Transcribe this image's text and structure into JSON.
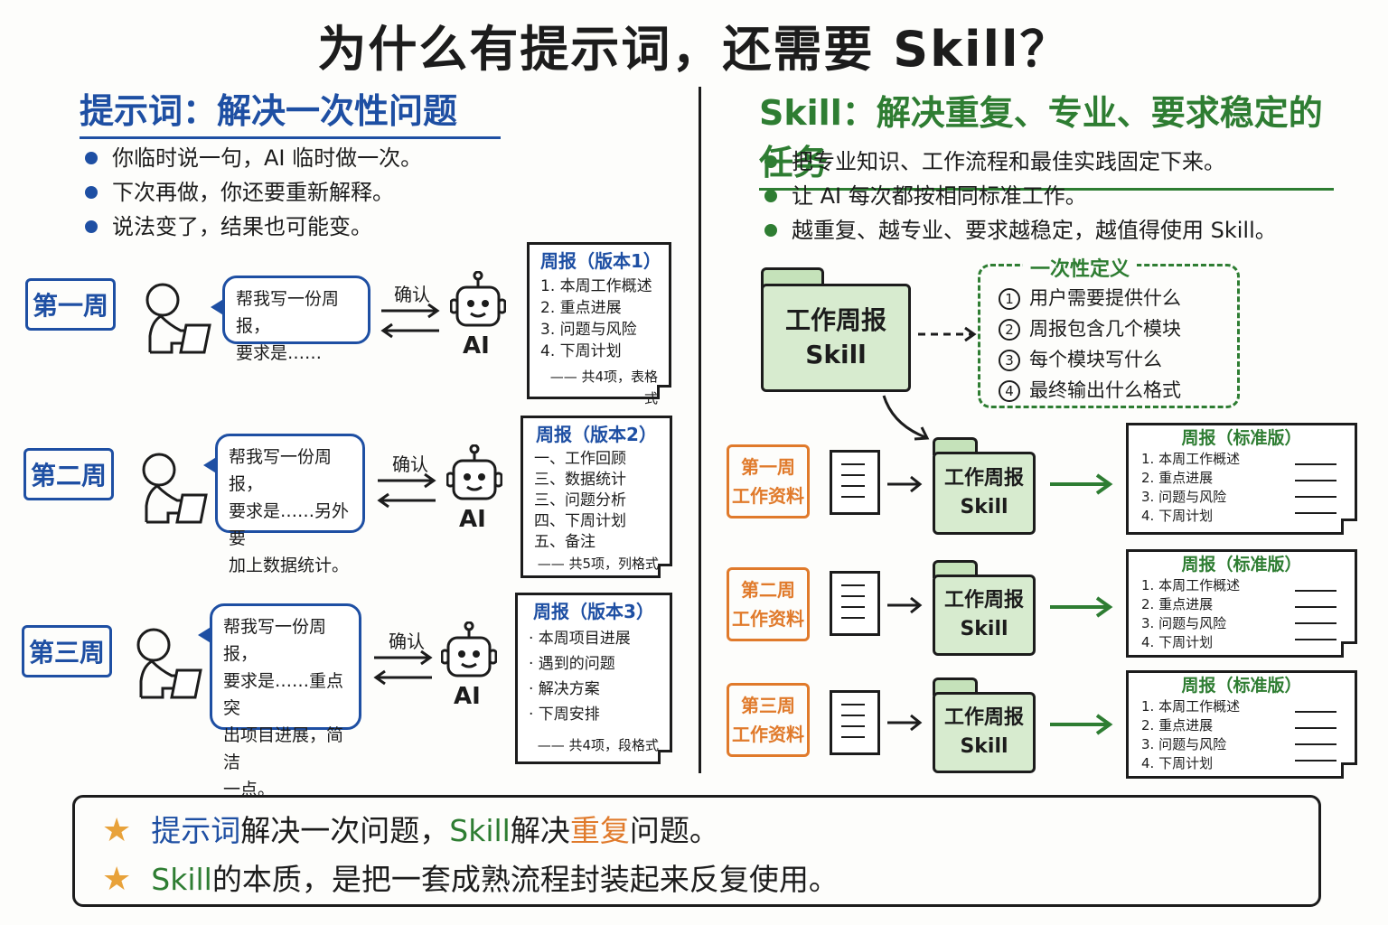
{
  "title": "为什么有提示词，还需要 Skill？",
  "left": {
    "heading": "提示词：解决一次性问题",
    "bullets": [
      "你临时说一句，AI 临时做一次。",
      "下次再做，你还要重新解释。",
      "说法变了，结果也可能变。"
    ],
    "confirm_label": "确认",
    "ai_label": "AI",
    "weeks": [
      {
        "tag": "第一周",
        "bubble_lines": [
          "帮我写一份周报，",
          "要求是……"
        ],
        "report_title": "周报（版本1）",
        "report_items": [
          "1. 本周工作概述",
          "2. 重点进展",
          "3. 问题与风险",
          "4. 下周计划"
        ],
        "report_footer": "—— 共4项，表格式"
      },
      {
        "tag": "第二周",
        "bubble_lines": [
          "帮我写一份周报，",
          "要求是……另外要",
          "加上数据统计。"
        ],
        "report_title": "周报（版本2）",
        "report_items": [
          "一、工作回顾",
          "三、数据统计",
          "三、问题分析",
          "四、下周计划",
          "五、备注"
        ],
        "report_footer": "—— 共5项，列格式"
      },
      {
        "tag": "第三周",
        "bubble_lines": [
          "帮我写一份周报，",
          "要求是……重点突",
          "出项目进展，简洁",
          "一点。"
        ],
        "report_title": "周报（版本3）",
        "report_items": [
          "· 本周项目进展",
          "· 遇到的问题",
          "· 解决方案",
          "· 下周安排"
        ],
        "report_footer": "—— 共4项，段格式"
      }
    ]
  },
  "right": {
    "heading": "Skill：解决重复、专业、要求稳定的任务",
    "bullets": [
      "把专业知识、工作流程和最佳实践固定下来。",
      "让 AI 每次都按相同标准工作。",
      "越重复、越专业、要求越稳定，越值得使用 Skill。"
    ],
    "big_folder": {
      "line1": "工作周报",
      "line2": "Skill"
    },
    "definition": {
      "title": "一次性定义",
      "items": [
        {
          "num": "1",
          "text": "用户需要提供什么"
        },
        {
          "num": "2",
          "text": "周报包含几个模块"
        },
        {
          "num": "3",
          "text": "每个模块写什么"
        },
        {
          "num": "4",
          "text": "最终输出什么格式"
        }
      ]
    },
    "weeks": [
      {
        "tag_line1": "第一周",
        "tag_line2": "工作资料"
      },
      {
        "tag_line1": "第二周",
        "tag_line2": "工作资料"
      },
      {
        "tag_line1": "第三周",
        "tag_line2": "工作资料"
      }
    ],
    "small_folder": {
      "line1": "工作周报",
      "line2": "Skill"
    },
    "standard_report": {
      "title": "周报（标准版）",
      "items": [
        "1. 本周工作概述",
        "2. 重点进展",
        "3. 问题与风险",
        "4. 下周计划"
      ]
    }
  },
  "summary": {
    "line1": {
      "a": "提示词",
      "b": "解决一次问题，",
      "c": "Skill",
      "d": " 解决",
      "e": "重复",
      "f": "问题。"
    },
    "line2": {
      "a": "Skill",
      "b": " 的本质，是把一套成熟流程封装起来反复使用。"
    }
  },
  "colors": {
    "blue": "#1e4fa3",
    "green": "#2e7d32",
    "orange": "#e07a2b",
    "star": "#e8a23a"
  }
}
